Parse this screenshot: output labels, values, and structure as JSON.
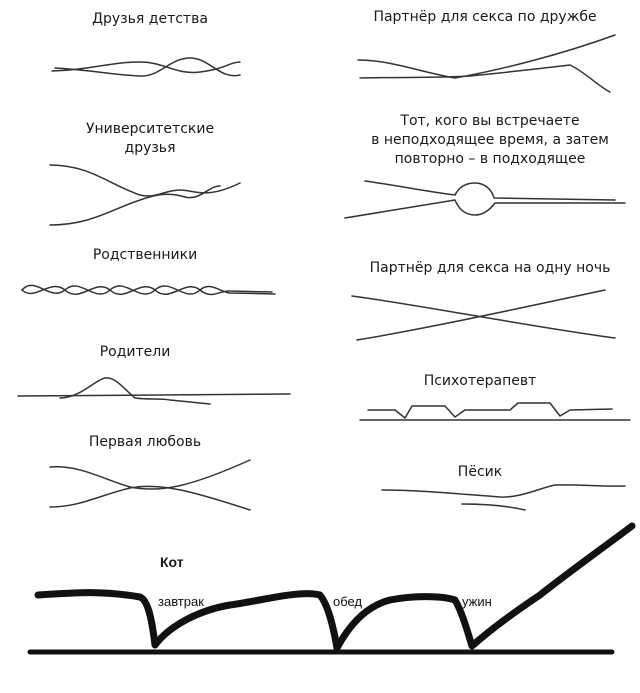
{
  "left_column": [
    {
      "id": "childhood",
      "label": "Друзья детства"
    },
    {
      "id": "university",
      "label_lines": [
        "Университетские",
        "друзья"
      ]
    },
    {
      "id": "relatives",
      "label": "Родственники"
    },
    {
      "id": "parents",
      "label": "Родители"
    },
    {
      "id": "first_love",
      "label": "Первая любовь"
    }
  ],
  "right_column": [
    {
      "id": "fwb",
      "label": "Партнёр для секса по дружбе"
    },
    {
      "id": "wrong_time",
      "label_lines": [
        "Тот, кого вы встречаете",
        "в неподходящее время, а затем",
        "повторно – в подходящее"
      ]
    },
    {
      "id": "one_night",
      "label": "Партнёр для секса на одну ночь"
    },
    {
      "id": "therapist",
      "label": "Психотерапевт"
    },
    {
      "id": "dog",
      "label": "Пёсик"
    }
  ],
  "cat": {
    "title": "Кот",
    "meals": [
      "завтрак",
      "обед",
      "ужин"
    ]
  }
}
